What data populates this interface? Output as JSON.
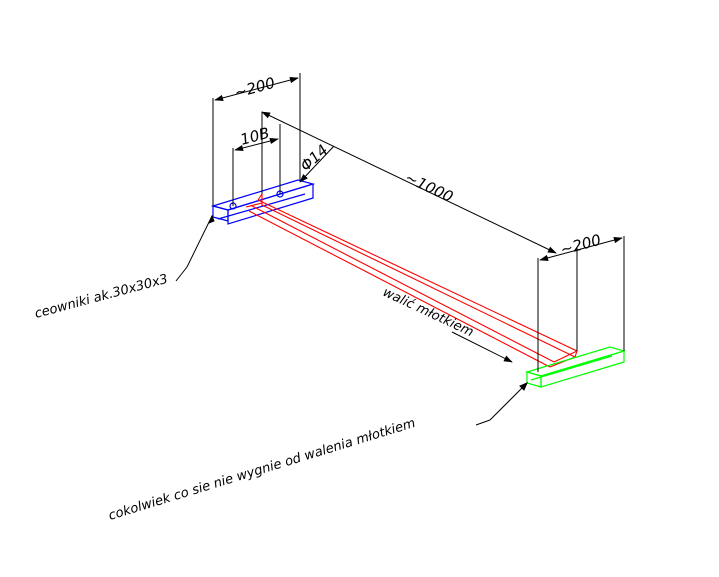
{
  "dimensions": {
    "top_width": "~200",
    "hole_spacing": "10B",
    "hole_diameter": "Φ14",
    "length": "~1000",
    "right_width": "~200"
  },
  "notes": {
    "channel": "ceowniki ak.30x30x3",
    "hammer": "walić młotkiem",
    "base": "cokolwiek co sie nie wygnie od walenia młotkiem"
  },
  "colors": {
    "dimension": "#000000",
    "channel": "#0000ff",
    "rod": "#ff0000",
    "base": "#00ff00"
  }
}
